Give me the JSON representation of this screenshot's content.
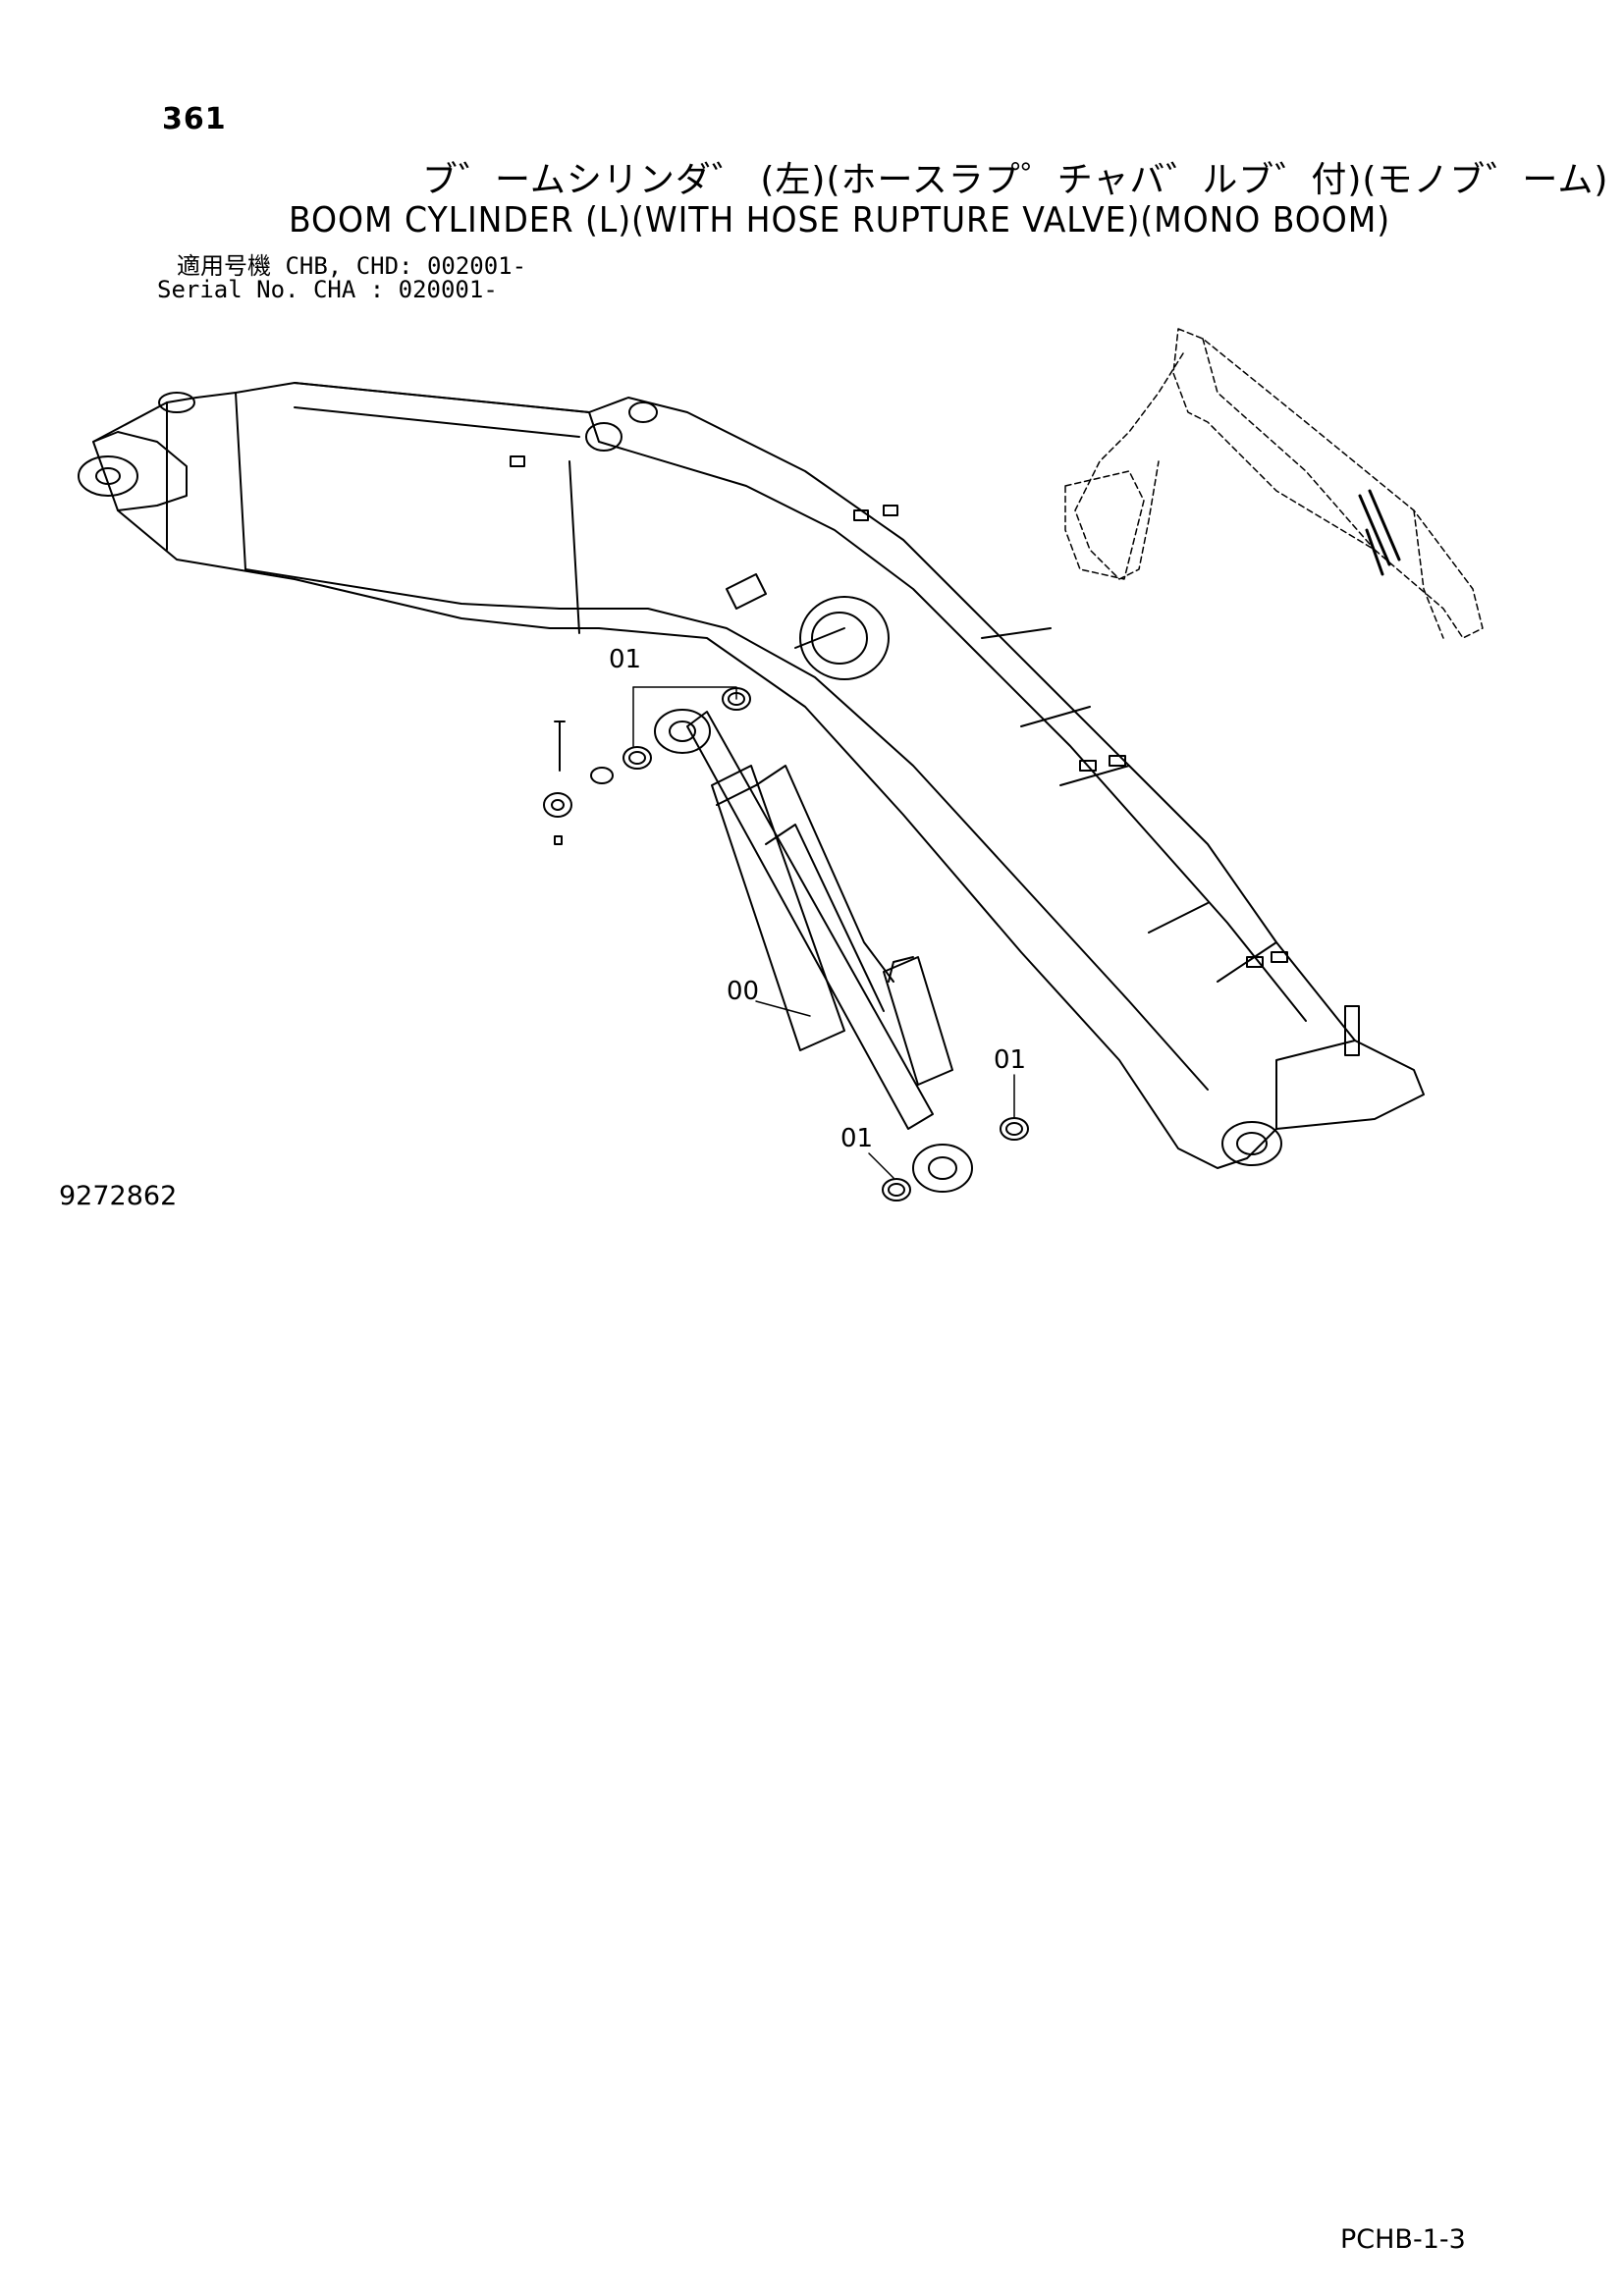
{
  "page_number": "361",
  "title_jp": "ブ゛ームシリンダ゛ (左)(ホースラプ゜チャバ゛ルブ゛付)(モノブ゛ーム)",
  "title_en": "BOOM CYLINDER (L)(WITH HOSE RUPTURE VALVE)(MONO BOOM)",
  "serial": {
    "line1": "適用号機  CHB, CHD: 002001-",
    "line2": "Serial No. CHA      : 020001-"
  },
  "callouts": {
    "c1": "01",
    "c2": "00",
    "c3": "01",
    "c4": "01"
  },
  "drawing_number": "9272862",
  "page_ref": "PCHB-1-3"
}
